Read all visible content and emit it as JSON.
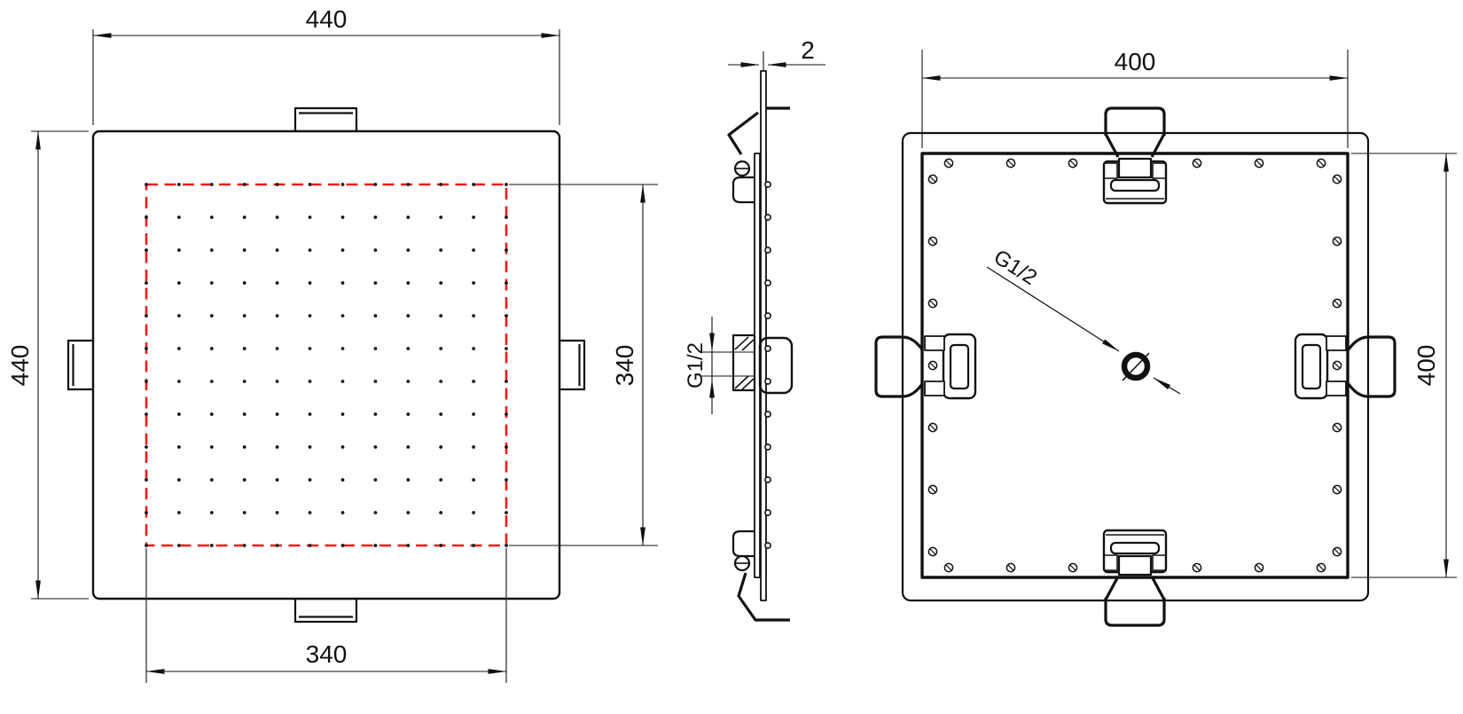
{
  "views": {
    "front": {
      "dims": {
        "width": "440",
        "height": "440",
        "spray_width": "340",
        "spray_height": "340"
      },
      "nozzle_grid": {
        "cols": 12,
        "rows": 12
      },
      "spray_outline_color": "#ee1c1c"
    },
    "side": {
      "dims": {
        "thickness": "2",
        "thread": "G1/2"
      },
      "nozzle_rows": 12
    },
    "back": {
      "dims": {
        "width": "400",
        "height": "400"
      },
      "thread_label": "G1/2",
      "screws_per_edge": 7
    }
  },
  "colors": {
    "line": "#111111",
    "spray_area": "#ee1c1c",
    "background": "#ffffff"
  }
}
